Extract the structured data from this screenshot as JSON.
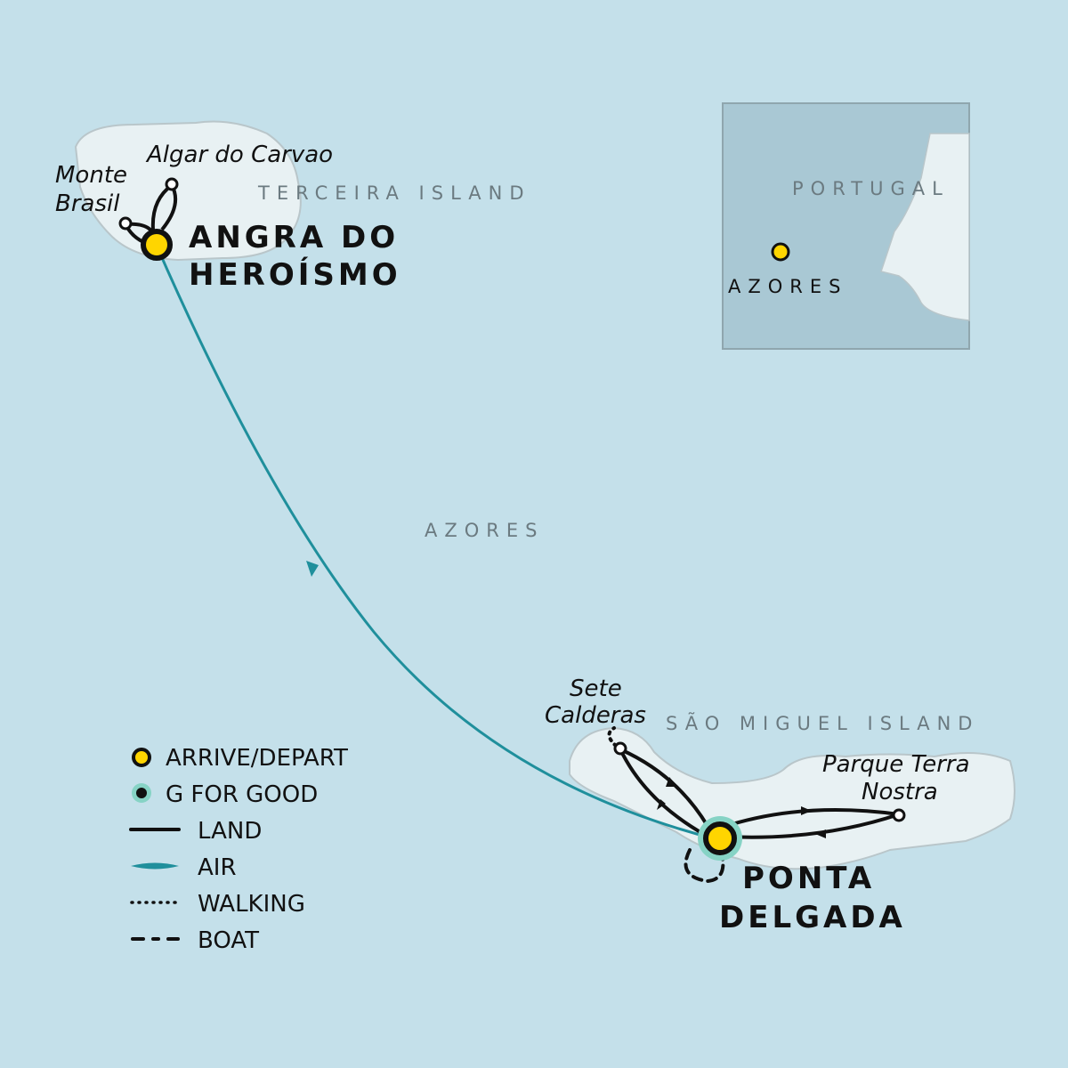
{
  "colors": {
    "sea": "#c4e0ea",
    "land": "#e8f1f3",
    "coast": "#b9c6ca",
    "air_route": "#1f8f9c",
    "arrive_depart": "#ffd500",
    "g_for_good": "#86d3c5",
    "inset_sea": "#a9c8d4"
  },
  "regions": {
    "terceira": "TERCEIRA ISLAND",
    "sao_miguel": "SÃO MIGUEL ISLAND",
    "azores": "AZORES"
  },
  "cities": {
    "angra_line1": "ANGRA DO",
    "angra_line2": "HEROÍSMO",
    "ponta_line1": "PONTA",
    "ponta_line2": "DELGADA"
  },
  "places": {
    "algar": "Algar do Carvao",
    "monte_line1": "Monte",
    "monte_line2": "Brasil",
    "sete_line1": "Sete",
    "sete_line2": "Calderas",
    "parque_line1": "Parque Terra",
    "parque_line2": "Nostra"
  },
  "inset": {
    "country": "PORTUGAL",
    "marker": "AZORES"
  },
  "legend": [
    {
      "icon": "arrive-depart-marker",
      "label": "ARRIVE/DEPART"
    },
    {
      "icon": "g-for-good-marker",
      "label": "G FOR GOOD"
    },
    {
      "icon": "land-line",
      "label": "LAND"
    },
    {
      "icon": "air-line",
      "label": "AIR"
    },
    {
      "icon": "walking-line",
      "label": "WALKING"
    },
    {
      "icon": "boat-line",
      "label": "BOAT"
    }
  ]
}
